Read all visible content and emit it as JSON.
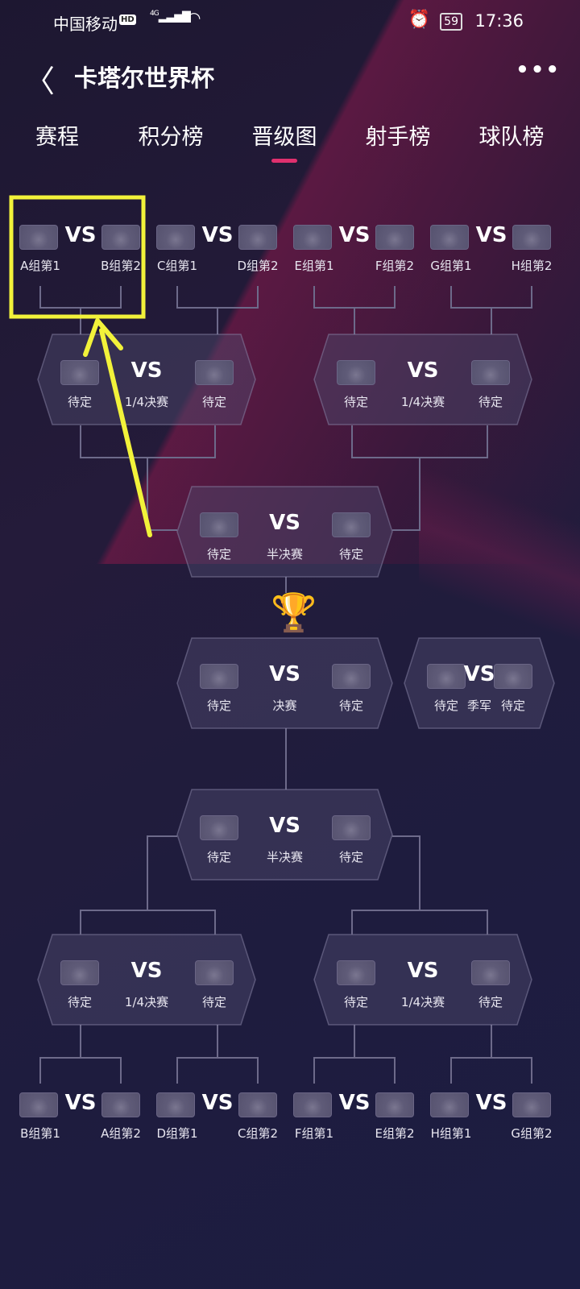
{
  "status_bar": {
    "carrier": "中国移动",
    "hd": "HD",
    "network": "4G",
    "battery": "59",
    "time": "17:36"
  },
  "header": {
    "title": "卡塔尔世界杯",
    "back_icon": "chevron-left-icon",
    "more_icon": "more-icon"
  },
  "tabs": [
    {
      "label": "赛程"
    },
    {
      "label": "积分榜"
    },
    {
      "label": "晋级图",
      "active": true
    },
    {
      "label": "射手榜"
    },
    {
      "label": "球队榜"
    }
  ],
  "colors": {
    "accent": "#e0306e",
    "annotation": "#f2f23a"
  },
  "bracket": {
    "vs": "VS",
    "top_r16": [
      {
        "home": "A组第1",
        "away": "B组第2"
      },
      {
        "home": "C组第1",
        "away": "D组第2"
      },
      {
        "home": "E组第1",
        "away": "F组第2"
      },
      {
        "home": "G组第1",
        "away": "H组第2"
      }
    ],
    "top_qf": [
      {
        "home": "待定",
        "stage": "1/4决赛",
        "away": "待定"
      },
      {
        "home": "待定",
        "stage": "1/4决赛",
        "away": "待定"
      }
    ],
    "top_sf": {
      "home": "待定",
      "stage": "半决赛",
      "away": "待定"
    },
    "final": {
      "home": "待定",
      "stage": "决赛",
      "away": "待定"
    },
    "third": {
      "home": "待定",
      "stage": "季军",
      "away": "待定"
    },
    "bottom_sf": {
      "home": "待定",
      "stage": "半决赛",
      "away": "待定"
    },
    "bottom_qf": [
      {
        "home": "待定",
        "stage": "1/4决赛",
        "away": "待定"
      },
      {
        "home": "待定",
        "stage": "1/4决赛",
        "away": "待定"
      }
    ],
    "bottom_r16": [
      {
        "home": "B组第1",
        "away": "A组第2"
      },
      {
        "home": "D组第1",
        "away": "C组第2"
      },
      {
        "home": "F组第1",
        "away": "E组第2"
      },
      {
        "home": "H组第1",
        "away": "G组第2"
      }
    ]
  }
}
